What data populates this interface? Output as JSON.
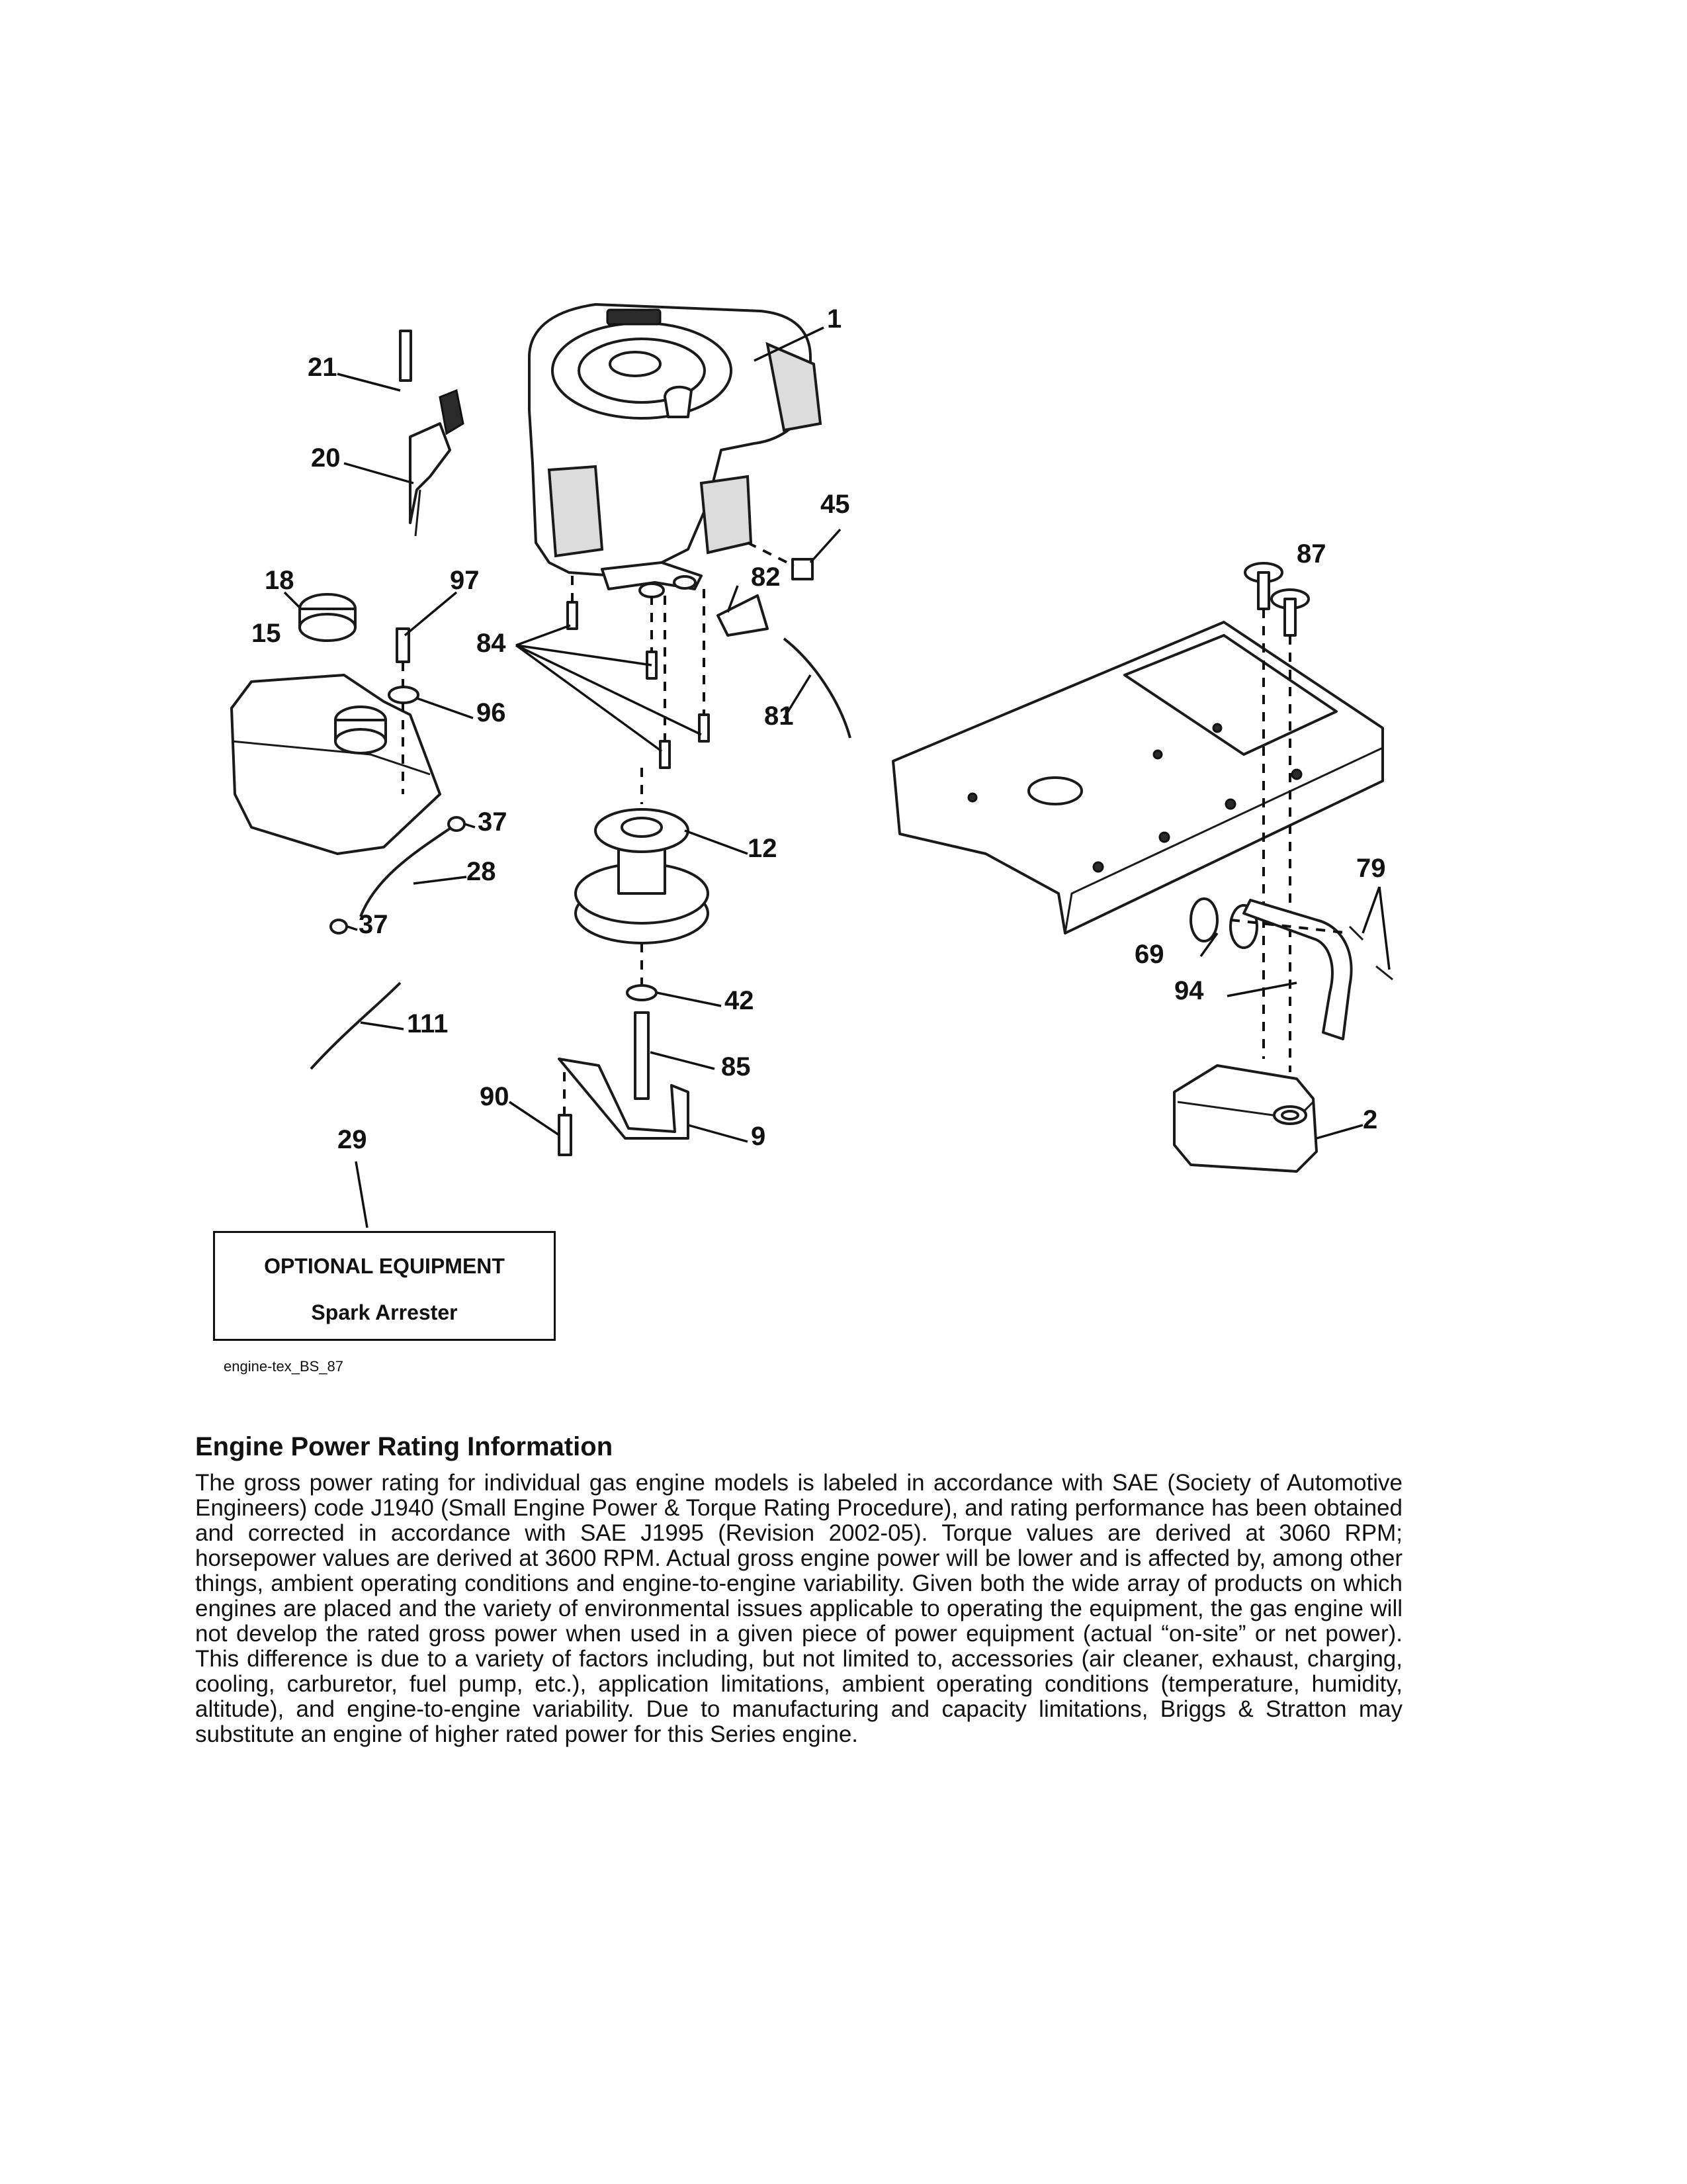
{
  "callouts": {
    "c1": "1",
    "c2": "2",
    "c9": "9",
    "c12": "12",
    "c15": "15",
    "c18": "18",
    "c20": "20",
    "c21": "21",
    "c28": "28",
    "c29": "29",
    "c37a": "37",
    "c37b": "37",
    "c42": "42",
    "c45": "45",
    "c69": "69",
    "c79": "79",
    "c81": "81",
    "c82": "82",
    "c84": "84",
    "c85": "85",
    "c87": "87",
    "c90": "90",
    "c94": "94",
    "c96": "96",
    "c97": "97",
    "c111": "111"
  },
  "optional_box": {
    "title": "OPTIONAL EQUIPMENT",
    "item": "Spark Arrester"
  },
  "figure_ref": "engine-tex_BS_87",
  "section": {
    "heading": "Engine Power Rating Information",
    "body": "The gross power rating for individual gas engine models is labeled in accordance with SAE (Society of Automotive Engineers) code J1940 (Small Engine Power & Torque Rating Procedure), and rating performance has been obtained and corrected in accordance with SAE J1995 (Revision 2002-05). Torque values are derived at 3060 RPM; horsepower values are derived at 3600 RPM. Actual gross engine power will be lower and is affected by, among other things, ambient operating conditions and engine-to-engine variability. Given both the wide array of products on which engines are placed and the variety of environmental issues applicable to operating the equipment, the gas engine will not develop the rated gross power when used in a given piece of power equipment (actual “on-site” or net power). This difference is due to a variety of factors including, but not limited to, accessories (air cleaner, exhaust, charging, cooling, carburetor, fuel pump, etc.), application limitations, ambient operating conditions (temperature, humidity, altitude), and engine-to-engine variability. Due to manufacturing and capacity limitations, Briggs & Stratton may substitute an engine of higher rated power for this Series engine."
  }
}
